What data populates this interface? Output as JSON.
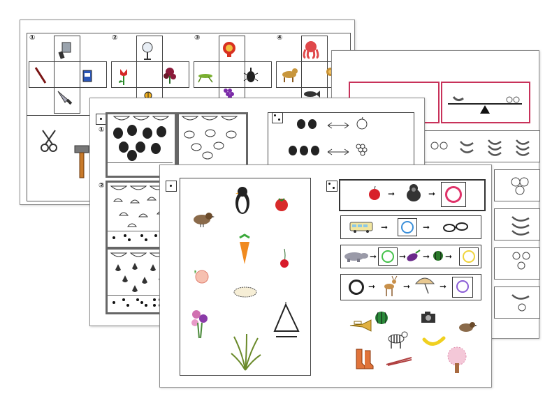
{
  "sheet1": {
    "cell_numbers": [
      "①",
      "②",
      "③",
      "④"
    ],
    "icons": [
      "cleaver-icon",
      "pen-icon",
      "battery-icon",
      "knife-icon",
      "fan-icon",
      "tulip-icon",
      "flower-icon",
      "ladybug-icon",
      "lion-face-icon",
      "grasshopper-icon",
      "beetle-icon",
      "grapes-icon",
      "octopus-icon",
      "dog-icon",
      "lion-icon",
      "fish-icon",
      "scissors-icon",
      "hammer-icon"
    ]
  },
  "sheet2": {
    "section_numbers": [
      "①",
      "②"
    ],
    "icons": [
      "bowl-icon",
      "watermelon-icon",
      "mushroom-icon",
      "chestnut-icon",
      "acorn-icon",
      "apple-icon",
      "grapes-icon",
      "double-arrow-icon"
    ]
  },
  "sheet3": {
    "icons": [
      "balance-scale-icon",
      "banana-icon",
      "strawberry-icon",
      "apple-icon"
    ]
  },
  "sheet4": {
    "left_items": [
      "sparrow-icon",
      "penguin-icon",
      "tomato-icon",
      "carrot-icon",
      "cherry-icon",
      "peach-icon",
      "tambourine-icon",
      "cosmos-icon",
      "triangle-instrument-icon",
      "pampas-grass-icon"
    ],
    "sequence_rows": [
      {
        "items": [
          "apple-icon",
          "gorilla-icon"
        ],
        "ring": "#e0336a"
      },
      {
        "items": [
          "bus-icon",
          "glasses-icon"
        ],
        "ring": "#3a8fd9"
      },
      {
        "items": [
          "hippo-icon",
          "eggplant-icon",
          "watermelon-icon"
        ],
        "ring": "#44c24a",
        "ring2": "#f0d43a"
      },
      {
        "items": [
          "deer-icon",
          "umbrella-icon"
        ],
        "ring": "#222222",
        "ring2": "#8a5cd6"
      }
    ],
    "answer_choices": [
      "trumpet-icon",
      "watermelon-icon",
      "camera-icon",
      "sparrow-icon",
      "zebra-icon",
      "banana-icon",
      "boots-icon",
      "chopsticks-icon",
      "cherry-tree-icon"
    ]
  },
  "colors": {
    "red_ring": "#e0336a",
    "blue_ring": "#3a8fd9",
    "green_ring": "#44c24a",
    "yellow_ring": "#f0d43a",
    "purple_ring": "#8a5cd6",
    "frame_red": "#c8325a"
  }
}
